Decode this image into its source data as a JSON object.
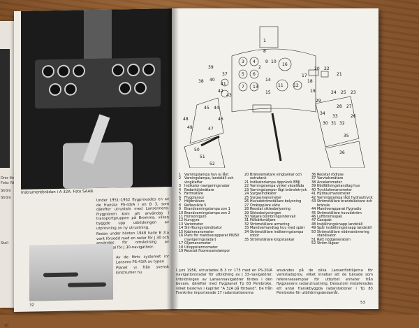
{
  "under_page": {
    "lines": [
      "Drer för",
      "Foto: Ni",
      "Ström",
      "Ström",
      "Stall"
    ],
    "page_number": "30"
  },
  "left_page": {
    "caption": "Instrumentbrädan i A 32A. Foto SAAB.",
    "col1": [
      "Under 1951–1952 flygprovades en av de franska PS-43/A i en B 3, som därefter utrustats med Lansennens. Flygplanen kom att användas i transportgruppen på Bromma, vilken byggde upp utbildningen av utprovning av ny utrustning.",
      "Redan under hösten 1948 hade B 3:a varit försedd med en radar för J 30 och användes för omskolning av lektionssal för J 30-navigatörer."
    ],
    "col2": [
      "Av de förts systemet inr Lansens PS-43/A av typen",
      "Planet vi från svensk kinstrumer nu"
    ],
    "page_number": "32"
  },
  "legend": {
    "col1": [
      {
        "n": "1",
        "t": "Varningslampa huv ej låst"
      },
      {
        "n": "2",
        "t": "Varningslampa, landställ och vingklaffar"
      },
      {
        "n": "3",
        "t": "Indikator navigeringsradar"
      },
      {
        "n": "4",
        "t": "Radarhöjdmätare"
      },
      {
        "n": "5",
        "t": "Fartmätare"
      },
      {
        "n": "6",
        "t": "Flygplansur"
      },
      {
        "n": "7",
        "t": "Höjdmätare"
      },
      {
        "n": "8",
        "t": "Reflexsikte 5"
      },
      {
        "n": "9",
        "t": "Brandvarningslampa zon 1"
      },
      {
        "n": "10",
        "t": "Brandvarningslampa zon 2"
      },
      {
        "n": "11",
        "t": "Horisontgyro"
      },
      {
        "n": "12",
        "t": "Kursgyro"
      },
      {
        "n": "13",
        "t": "Variometer"
      },
      {
        "n": "14",
        "t": "Slir-/Kursgyroindikator"
      },
      {
        "n": "15",
        "t": "Kabinmanometer"
      },
      {
        "n": "16",
        "t": "Plats för manöverapparat PN/50 (navigeringsradar)"
      },
      {
        "n": "17",
        "t": "Oljemanometer"
      },
      {
        "n": "18",
        "t": "Utloppstermometer"
      },
      {
        "n": "19",
        "t": "Reostat fluorescenslampor"
      }
    ],
    "col2": [
      {
        "n": "20",
        "t": "Bränslemätare vingtankar och extratank"
      },
      {
        "n": "21",
        "t": "Indikatorlampa öppnlock EBK"
      },
      {
        "n": "22",
        "t": "Varningslampa vinkel växellåda"
      },
      {
        "n": "23",
        "t": "Varningslampor lågt bränsletryck"
      },
      {
        "n": "24",
        "t": "Syrgasindikator"
      },
      {
        "n": "25",
        "t": "Syrgasmanometer"
      },
      {
        "n": "26",
        "t": "Huvudströmställare belysning"
      },
      {
        "n": "27",
        "t": "Omkopplare sikte"
      },
      {
        "n": "28",
        "t": "Reostat siktesbelysning"
      },
      {
        "n": "29",
        "t": "Siktesbelysningen"
      },
      {
        "n": "30",
        "t": "Väljare bombningsintervall"
      },
      {
        "n": "31",
        "t": "Fällsättsväljare"
      },
      {
        "n": "32",
        "t": "Strömställare armering"
      },
      {
        "n": "33",
        "t": "Manöverhandtag huv med spärr"
      },
      {
        "n": "34",
        "t": "Strömställare indikeringslampa robot"
      },
      {
        "n": "35",
        "t": "Strömställare kropstankar"
      }
    ],
    "col3": [
      {
        "n": "36",
        "t": "Reostat rödlyse"
      },
      {
        "n": "37",
        "t": "Varvtalsmätare"
      },
      {
        "n": "38",
        "t": "Accelerometer"
      },
      {
        "n": "39",
        "t": "Nödfällningshandtag huv"
      },
      {
        "n": "40",
        "t": "Trycklufsmanometer"
      },
      {
        "n": "41",
        "t": "Hydraulmanometer"
      },
      {
        "n": "42",
        "t": "Varningslampa lågt hydraultryck"
      },
      {
        "n": "43",
        "t": "Strömställare brandsläckare och bränsle"
      },
      {
        "n": "44",
        "t": "Manöverapparat flygradio"
      },
      {
        "n": "45",
        "t": "Strömställare huvudström"
      },
      {
        "n": "46",
        "t": "Luftbromsspak"
      },
      {
        "n": "47",
        "t": "Gasspak"
      },
      {
        "n": "48",
        "t": "Inställningsknapp landställ"
      },
      {
        "n": "49",
        "t": "Spår inställningsknapp landställ"
      },
      {
        "n": "50",
        "t": "Strömställare nödmanövrering stabilisator"
      },
      {
        "n": "51",
        "t": "Ratt nödgeneratorn"
      },
      {
        "n": "52",
        "t": "Ström lågsar"
      }
    ]
  },
  "right_text": {
    "col1": "I juni 1956, utrustades B 3 nr 175 med en PS-20/A navigationsradar för utbildning av J 33-navigatörer. Utbildningen av Lansennavigatörer fördes i den bevare, därefter med flygplanet Tp 83 Pembroke, vilket beskrivs i kapitlet \"A 32A på förband\". De från Frankrike importerade 17 radarstationerna",
    "col2": "användes på de olika Lansenflottiljerna för verkstadsprov, vilket innebar att de tjänade som referensexemplar för utbyttet enheter från flygplanens radarutrustning. Dessutom installerades ett antal franskbyggda radarstationer i Tp 83 Pembroke för utbildningsändamål.",
    "page_number": "53"
  },
  "diagram": {
    "labels": [
      "1",
      "2",
      "3",
      "4",
      "5",
      "6",
      "7",
      "8",
      "9",
      "10",
      "11",
      "12",
      "13",
      "14",
      "15",
      "16",
      "17",
      "18",
      "19",
      "20",
      "21",
      "22",
      "23",
      "24",
      "25",
      "26",
      "27",
      "28",
      "29",
      "30",
      "31",
      "32",
      "33",
      "34",
      "35",
      "36",
      "37",
      "38",
      "39",
      "40",
      "41",
      "42",
      "43",
      "44",
      "45",
      "46",
      "47",
      "48",
      "49",
      "50",
      "51",
      "52"
    ]
  }
}
